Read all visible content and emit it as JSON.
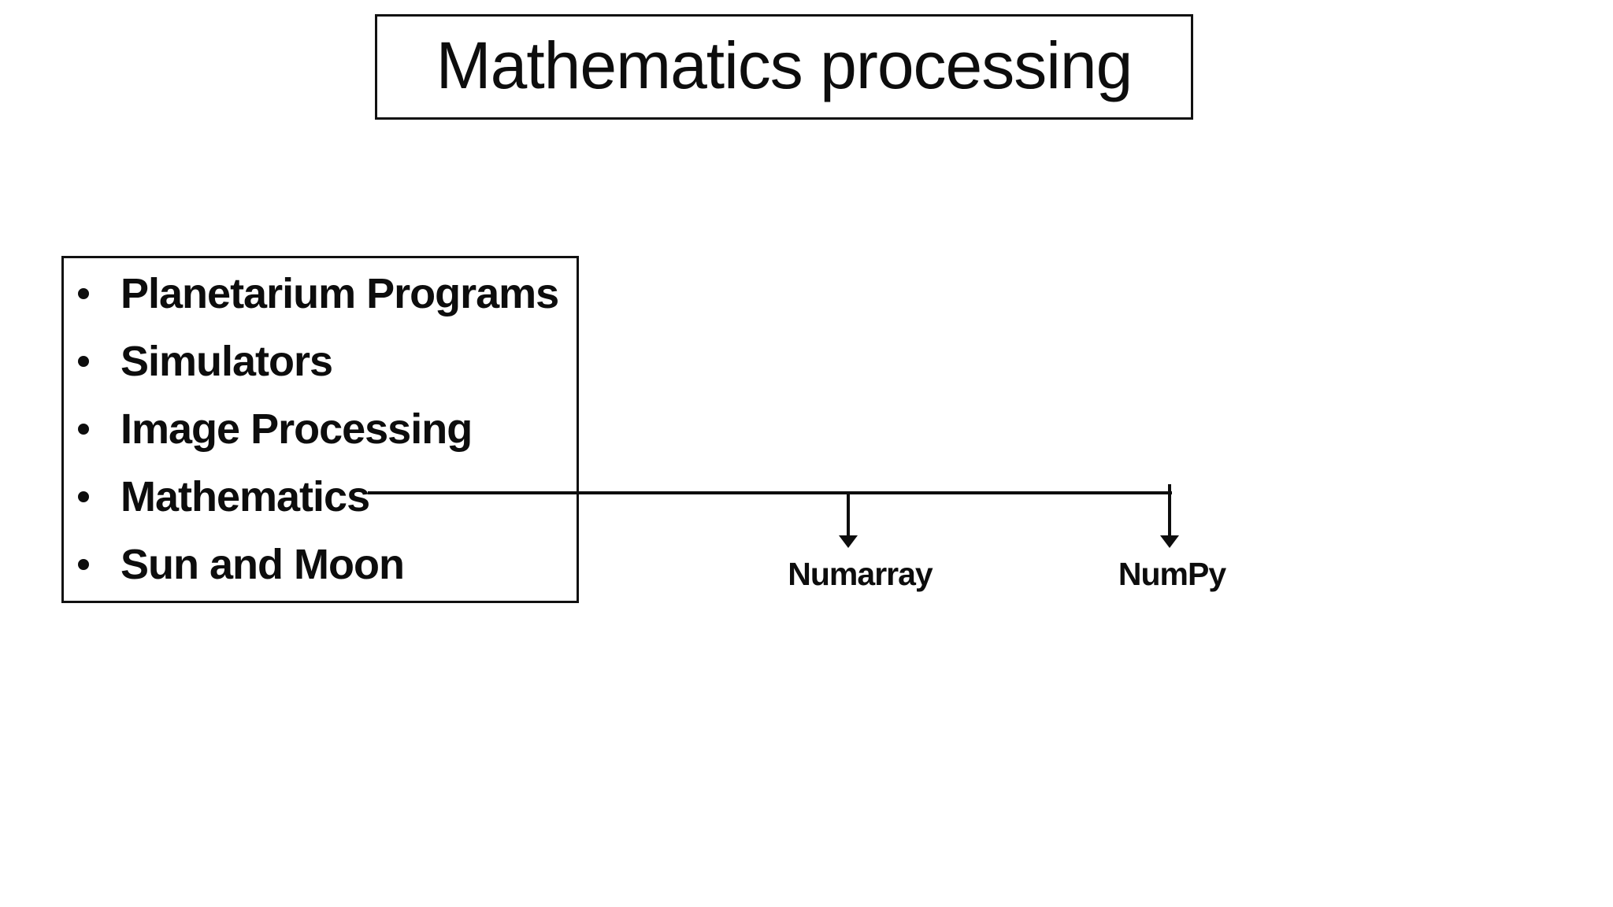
{
  "slide": {
    "title": "Mathematics processing",
    "bullet_list": {
      "items": [
        "Planetarium Programs",
        "Simulators",
        "Image Processing",
        "Mathematics",
        "Sun and Moon"
      ]
    },
    "diagram": {
      "source_item": "Mathematics",
      "branches": [
        {
          "label": "Numarray"
        },
        {
          "label": "NumPy"
        }
      ]
    },
    "colors": {
      "foreground": "#0d0d0d",
      "background": "#ffffff"
    }
  }
}
